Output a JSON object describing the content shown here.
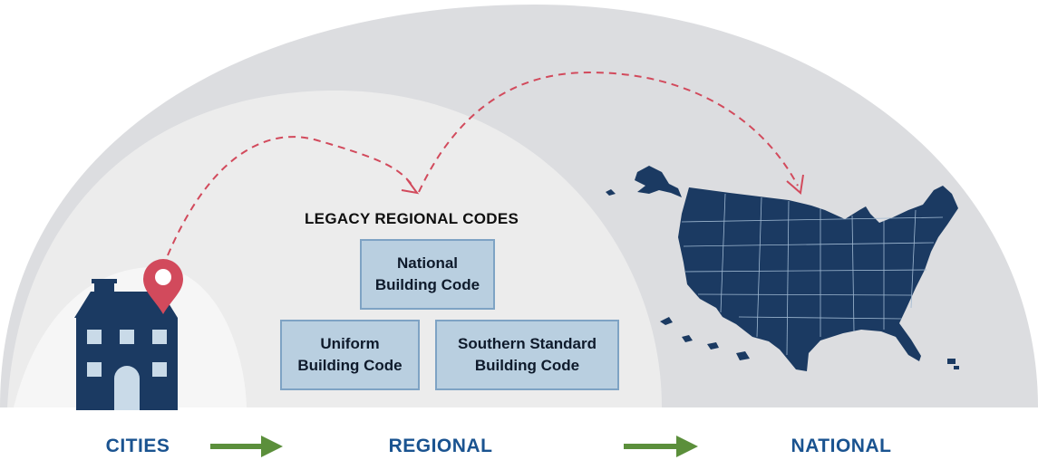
{
  "regional_heading": "LEGACY REGIONAL CODES",
  "codes": [
    {
      "label": "National\nBuilding Code"
    },
    {
      "label": "Uniform\nBuilding Code"
    },
    {
      "label": "Southern Standard\nBuilding Code"
    }
  ],
  "stages": [
    {
      "label": "CITIES"
    },
    {
      "label": "REGIONAL"
    },
    {
      "label": "NATIONAL"
    }
  ],
  "colors": {
    "navy": "#1b3a62",
    "stage_label": "#1a5390",
    "arrow_green": "#5b8f3b",
    "dashed_arrow": "#d24a5c",
    "pin": "#d24a5c",
    "box_fill": "#b9cfe0",
    "outer_arc": "#dcdde0",
    "middle_arc": "#ececec",
    "inner_arc": "#f6f6f6"
  },
  "icons": [
    "house-icon",
    "location-pin-icon",
    "us-map-icon"
  ]
}
